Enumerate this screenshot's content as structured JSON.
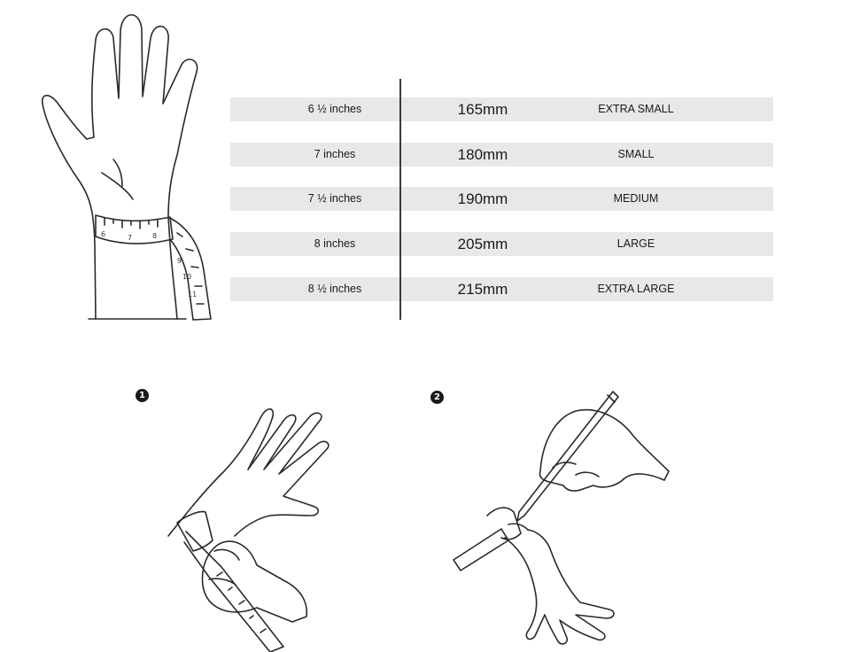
{
  "size_chart": {
    "rows": [
      {
        "inches": "6 ½ inches",
        "mm": "165mm",
        "size": "EXTRA SMALL"
      },
      {
        "inches": "7 inches",
        "mm": "180mm",
        "size": "SMALL"
      },
      {
        "inches": "7 ½ inches",
        "mm": "190mm",
        "size": "MEDIUM"
      },
      {
        "inches": "8 inches",
        "mm": "205mm",
        "size": "LARGE"
      },
      {
        "inches": "8 ½ inches",
        "mm": "215mm",
        "size": "EXTRA LARGE"
      }
    ]
  },
  "illustration": {
    "tape_numbers": [
      "6",
      "7",
      "8",
      "9",
      "10",
      "11"
    ]
  },
  "steps": [
    {
      "marker": "1"
    },
    {
      "marker": "2"
    }
  ]
}
